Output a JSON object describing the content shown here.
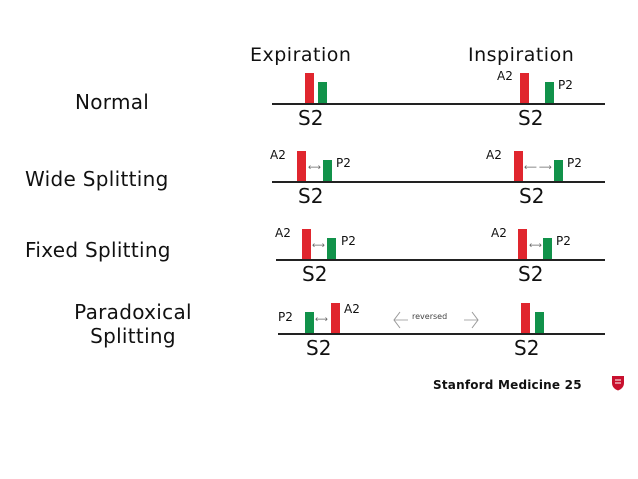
{
  "headers": {
    "expiration": "Expiration",
    "inspiration": "Inspiration"
  },
  "rows": [
    {
      "label": "Normal",
      "expiration": {
        "s2": "S2",
        "labels": []
      },
      "inspiration": {
        "s2": "S2",
        "a2": "A2",
        "p2": "P2"
      }
    },
    {
      "label": "Wide Splitting",
      "expiration": {
        "s2": "S2",
        "a2": "A2",
        "p2": "P2"
      },
      "inspiration": {
        "s2": "S2",
        "a2": "A2",
        "p2": "P2"
      }
    },
    {
      "label": "Fixed Splitting",
      "expiration": {
        "s2": "S2",
        "a2": "A2",
        "p2": "P2"
      },
      "inspiration": {
        "s2": "S2",
        "a2": "A2",
        "p2": "P2"
      }
    },
    {
      "label_line1": "Paradoxical",
      "label_line2": "Splitting",
      "expiration": {
        "s2": "S2",
        "a2": "A2",
        "p2": "P2"
      },
      "inspiration": {
        "s2": "S2"
      },
      "reversed": "reversed"
    }
  ],
  "footer": "Stanford Medicine 25",
  "colors": {
    "a2": "#e0262e",
    "p2": "#11924a",
    "line": "#222222",
    "logo": "#c8102e"
  },
  "icons": {
    "logo": "shield-icon"
  }
}
